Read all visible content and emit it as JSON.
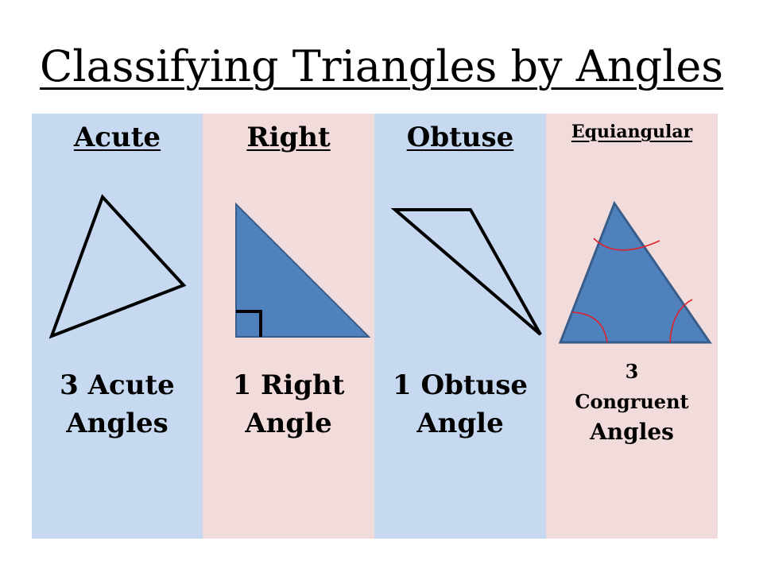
{
  "title": "Classifying Triangles by Angles",
  "colors": {
    "blue_panel": "#c6d9f0",
    "pink_panel": "#f2dcdb",
    "triangle_fill": "#4f81bd",
    "triangle_stroke_equi": "#385d8a",
    "arc_color": "#e0202a",
    "outline": "#000000"
  },
  "columns": [
    {
      "heading": "Acute",
      "caption_lines": [
        "3 Acute",
        "Angles"
      ]
    },
    {
      "heading": "Right",
      "caption_lines": [
        "1 Right",
        "Angle"
      ]
    },
    {
      "heading": "Obtuse",
      "caption_lines": [
        "1 Obtuse",
        "Angle"
      ]
    },
    {
      "heading": "Equiangular",
      "caption_lines": [
        "3",
        "Congruent",
        "Angles"
      ]
    }
  ]
}
